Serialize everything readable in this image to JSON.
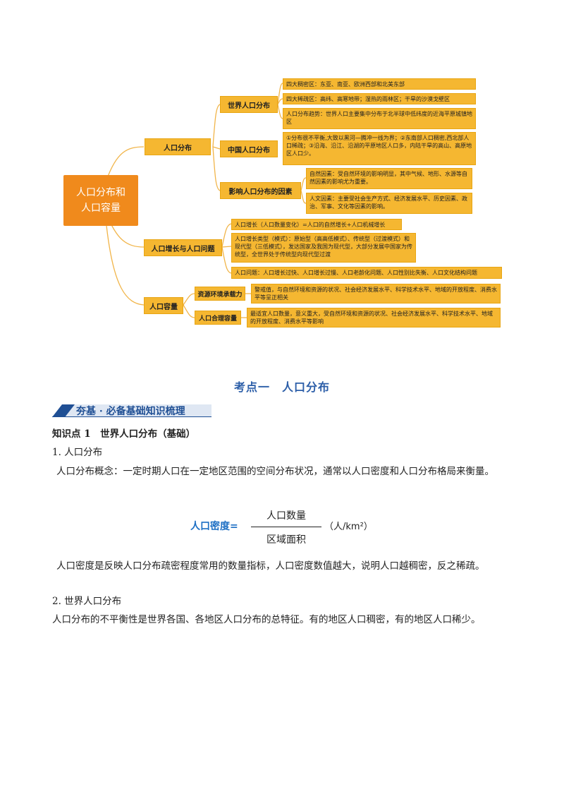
{
  "mindmap": {
    "root": [
      "人口分布和",
      "人口容量"
    ],
    "branches": {
      "distribution": "人口分布",
      "growth": "人口增长与人口问题",
      "capacity": "人口容量"
    },
    "subs": {
      "world": "世界人口分布",
      "china": "中国人口分布",
      "factors": "影响人口分布的因素",
      "env_capacity": "资源环境承载力",
      "reasonable": "人口合理容量"
    },
    "leaves": {
      "world_dense": "四大稠密区：东亚、南亚、欧洲西部和北美东部",
      "world_sparse": "四大稀疏区：高纬、高寒地带；湿热的雨林区；干旱的沙漠戈壁区",
      "world_trend": "人口分布趋势：世界人口主要集中分布于北半球中低纬度的近海平原城镇地区",
      "china_desc": "①分布很不平衡,大致以黑河—腾冲一线为界；②东南部人口稠密,西北部人口稀疏；③沿海、沿江、沿湖的平原地区人口多，内陆干旱的高山、高原地区人口少。",
      "factor_natural": "自然因素：受自然环境的影响明显，其中气候、地形、水源等自然因素的影响尤为重要。",
      "factor_human": "人文因素：主要受社会生产方式、经济发展水平、历史因素、政治、军事、文化等因素的影响。",
      "growth_def": "人口增长（人口数量变化）=人口的自然增长+人口机械增长",
      "growth_types": "人口增长类型（模式）：原始型（高高低模式）、传统型（过渡模式）和现代型（三低模式），发达国家及我国为现代型，大部分发展中国家为传统型，全世界处于传统型向现代型过渡",
      "problems": "人口问题：人口增长过快、人口增长过慢、人口老龄化问题、人口性别比失衡、人口文化结构问题",
      "env_desc": "警戒值，与自然环境和资源的状况、社会经济发展水平、科学技术水平、地域的开放程度、消费水平等呈正相关",
      "reasonable_desc": "最适宜人口数量，意义重大，受自然环境和资源的状况、社会经济发展水平、科学技术水平、地域的开放程度、消费水平等影响"
    }
  },
  "section_title": "考点一　人口分布",
  "band_title": "夯基 · 必备基础知识梳理",
  "knowledge_point": "知识点 1　世界人口分布（基础）",
  "item1_title": "1. 人口分布",
  "concept": "人口分布概念：一定时期人口在一定地区范围的空间分布状况，通常以人口密度和人口分布格局来衡量。",
  "formula": {
    "label": "人口密度=",
    "numerator": "人口数量",
    "denominator": "区域面积",
    "unit": "（人/km²）"
  },
  "density_desc": "人口密度是反映人口分布疏密程度常用的数量指标，人口密度数值越大，说明人口越稠密，反之稀疏。",
  "item2_title": "2.  世界人口分布",
  "world_desc": "人口分布的不平衡性是世界各国、各地区人口分布的总特征。有的地区人口稠密，有的地区人口稀少。",
  "colors": {
    "root": "#f08a1c",
    "node": "#f5b731",
    "heading": "#2c5ea8",
    "band": "#1f4f94"
  }
}
